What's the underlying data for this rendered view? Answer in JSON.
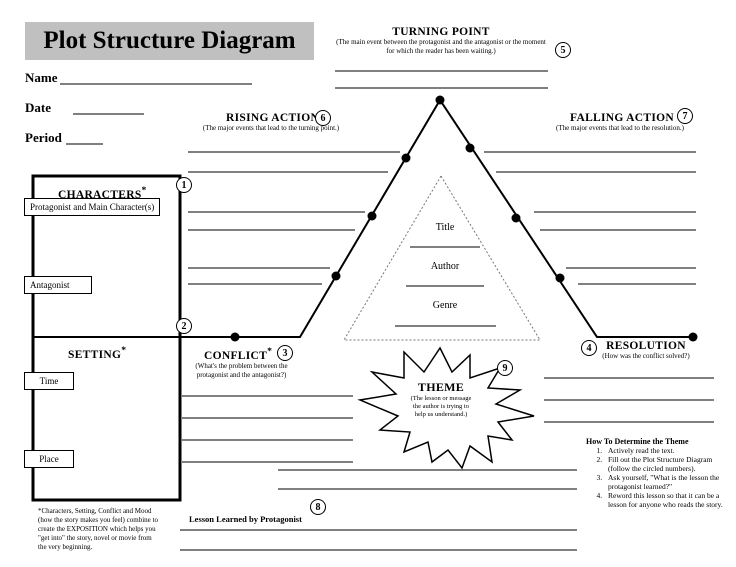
{
  "title": "Plot Structure Diagram",
  "fields": {
    "name": "Name",
    "date": "Date",
    "period": "Period"
  },
  "turning_point": {
    "heading": "TURNING POINT",
    "desc": "(The main event between the protagonist and the antagonist or the moment for which the reader has been waiting.)",
    "number": "5"
  },
  "rising_action": {
    "heading": "RISING ACTION",
    "desc": "(The major events that lead to the turning point.)",
    "number": "6"
  },
  "falling_action": {
    "heading": "FALLING ACTION",
    "desc": "(The major events that lead to the resolution.)",
    "number": "7"
  },
  "characters": {
    "heading": "CHARACTERS",
    "star": "*",
    "number": "1",
    "protagonist": "Protagonist and Main Character(s)",
    "antagonist": "Antagonist"
  },
  "setting": {
    "heading": "SETTING",
    "star": "*",
    "number": "2",
    "time": "Time",
    "place": "Place"
  },
  "conflict": {
    "heading": "CONFLICT",
    "star": "*",
    "number": "3",
    "desc": "(What's the problem between the protagonist and the antagonist?)"
  },
  "resolution": {
    "heading": "RESOLUTION",
    "number": "4",
    "desc": "(How was the conflict solved?)"
  },
  "triangle": {
    "title": "Title",
    "author": "Author",
    "genre": "Genre"
  },
  "theme": {
    "heading": "THEME",
    "number": "9",
    "desc": "(The lesson or message the author is trying to help us understand.)"
  },
  "lesson": {
    "heading": "Lesson Learned by Protagonist",
    "number": "8"
  },
  "exposition_note": "*Characters, Setting, Conflict and Mood (how the story makes you feel) combine to create the EXPOSITION which helps you \"get into\" the story, novel or movie from the very beginning.",
  "how_to": {
    "heading": "How To Determine the Theme",
    "steps": [
      "Actively read the text.",
      "Fill out the Plot Structure Diagram (follow the circled numbers).",
      "Ask yourself, \"What is the lesson the protagonist learned?\"",
      "Reword this lesson so that it can be a lesson for anyone who reads the story."
    ]
  }
}
